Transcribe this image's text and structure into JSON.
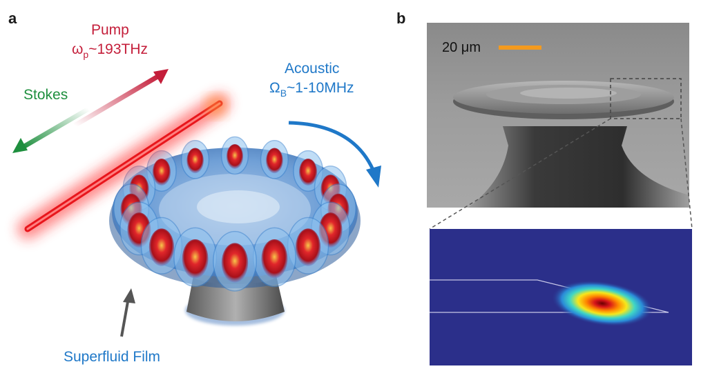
{
  "panel_a": {
    "letter": "a",
    "pump": {
      "title": "Pump",
      "freq_symbol": "ω",
      "freq_sub": "p",
      "freq_value": "~193THz"
    },
    "stokes": "Stokes",
    "acoustic": {
      "title": "Acoustic",
      "freq_symbol": "Ω",
      "freq_sub": "B",
      "freq_value": "~1-10MHz"
    },
    "superfluid": "Superfluid Film"
  },
  "panel_b": {
    "letter": "b",
    "scale_bar_label": "20 μm"
  },
  "colors": {
    "pump": "#c41e3a",
    "stokes": "#1e8f3e",
    "acoustic": "#1f78c8",
    "scale_bar": "#f39a1f",
    "mode_background": "#2b2f8a"
  }
}
